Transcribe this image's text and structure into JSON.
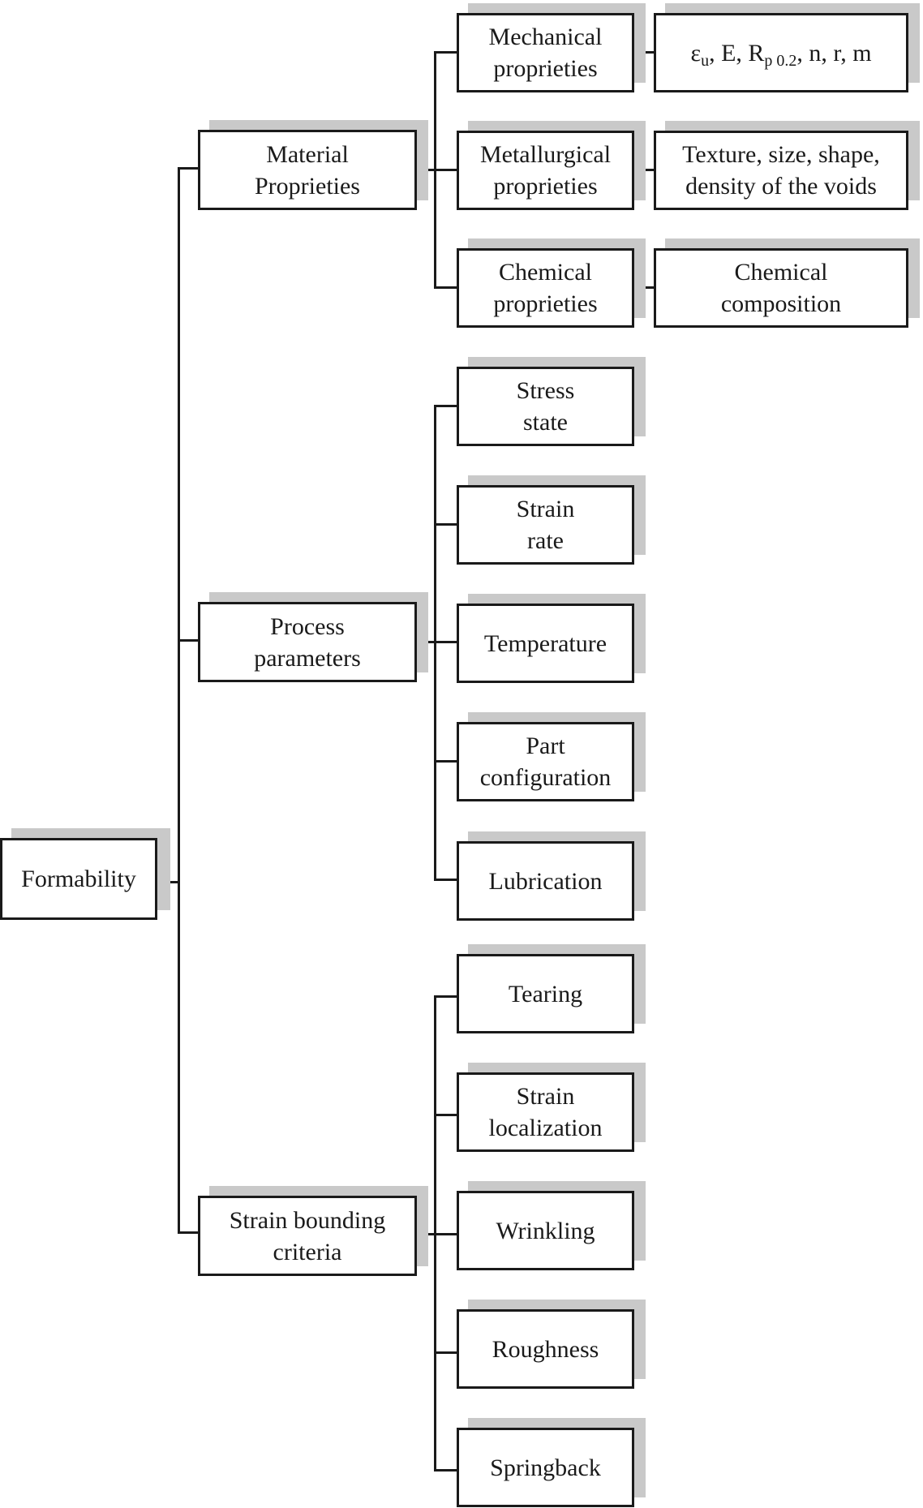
{
  "root": {
    "label": "Formability"
  },
  "material": {
    "label": [
      "Material",
      "Proprieties"
    ],
    "children": [
      {
        "label": [
          "Mechanical",
          "proprieties"
        ],
        "detail": {
          "eps": "ε",
          "eps_sub": "u",
          "mid": ", E, R",
          "r_sub": "p 0.2",
          "tail": ", n, r, m"
        }
      },
      {
        "label": [
          "Metallurgical",
          "proprieties"
        ],
        "detail": [
          "Texture, size, shape,",
          "density of the voids"
        ]
      },
      {
        "label": [
          "Chemical",
          "proprieties"
        ],
        "detail": [
          "Chemical",
          "composition"
        ]
      }
    ]
  },
  "process": {
    "label": [
      "Process",
      "parameters"
    ],
    "children": [
      {
        "label": [
          "Stress",
          "state"
        ]
      },
      {
        "label": [
          "Strain",
          "rate"
        ]
      },
      {
        "label": [
          "Temperature"
        ]
      },
      {
        "label": [
          "Part",
          "configuration"
        ]
      },
      {
        "label": [
          "Lubrication"
        ]
      }
    ]
  },
  "strain": {
    "label": [
      "Strain bounding",
      "criteria"
    ],
    "children": [
      {
        "label": [
          "Tearing"
        ]
      },
      {
        "label": [
          "Strain",
          "localization"
        ]
      },
      {
        "label": [
          "Wrinkling"
        ]
      },
      {
        "label": [
          "Roughness"
        ]
      },
      {
        "label": [
          "Springback"
        ]
      }
    ]
  },
  "colors": {
    "line": "#1a1a1a",
    "shadow": "#c9c9c9",
    "box_fill": "#ffffff"
  }
}
